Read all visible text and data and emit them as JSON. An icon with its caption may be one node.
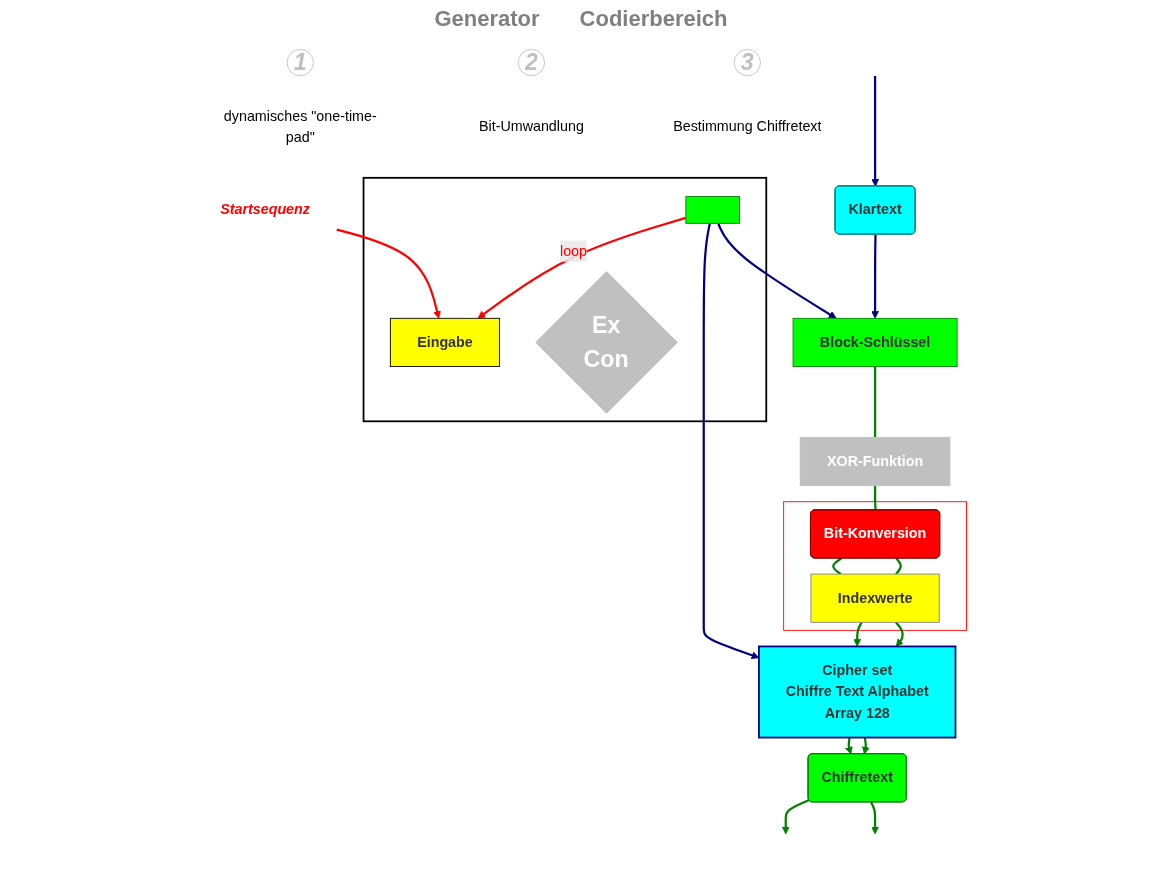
{
  "diagram": {
    "nodes": [
      {
        "text": [],
        "shape": "box"
      },
      {
        "text": [
          "Startsequenz"
        ]
      },
      {
        "text": [
          "Eingabe"
        ],
        "in": 0
      },
      {
        "text": [
          "Ex",
          "Con"
        ],
        "in": 0
      },
      {
        "text": [],
        "shape": "box",
        "in": 0
      },
      {
        "text": [
          "Klartext"
        ]
      },
      {
        "text": [
          "Block-Schlüssel"
        ]
      },
      {
        "text": [
          "XOR-Funktion"
        ]
      },
      {
        "text": [],
        "shape": "box"
      },
      {
        "text": [
          "Bit-Konversion"
        ],
        "in": 8
      },
      {
        "text": [
          "Indexwerte"
        ],
        "in": 8
      },
      {
        "text": [
          "Cipher set",
          "Chiffre Text Alphabet",
          "Array 128"
        ]
      },
      {
        "text": [
          "Chiffretext"
        ]
      },
      {
        "text": [
          "1"
        ],
        "beside": [
          "dynamisches \"one-time-pad\""
        ]
      },
      {
        "text": [
          "2"
        ],
        "beside": [
          "Bit-Umwandlung"
        ]
      },
      {
        "text": [
          "3"
        ],
        "beside": [
          "Bestimmung Chiffretext"
        ]
      }
    ],
    "edges": [
      {
        "from": 1,
        "to": 2,
        "arrow": "to",
        "color": "#ff0000"
      },
      {
        "from": 4,
        "to": 2,
        "arrow": "to",
        "label": "loop",
        "color": "#ff0000"
      },
      {
        "from": null,
        "to": 5,
        "arrow": "to",
        "color": "#000080"
      },
      {
        "from": 5,
        "to": 6,
        "arrow": "to",
        "color": "#000080"
      },
      {
        "from": 4,
        "to": 6,
        "arrow": "to",
        "color": "#000080"
      },
      {
        "from": 4,
        "to": 11,
        "arrow": "to",
        "color": "#000080"
      },
      {
        "from": 6,
        "to": 7,
        "arrow": "none"
      },
      {
        "from": 7,
        "to": 9,
        "arrow": "none"
      },
      {
        "from": 9,
        "to": 10,
        "arrow": "none"
      },
      {
        "from": 9,
        "to": 10,
        "arrow": "none"
      },
      {
        "from": 10,
        "to": 11,
        "arrow": "to"
      },
      {
        "from": 10,
        "to": 11,
        "arrow": "to"
      },
      {
        "from": 11,
        "to": 12,
        "arrow": "to"
      },
      {
        "from": 11,
        "to": 12,
        "arrow": "to"
      },
      {
        "from": 12,
        "to": null,
        "arrow": "to"
      },
      {
        "from": 12,
        "to": null,
        "arrow": "to"
      }
    ],
    "labels": [
      "Generator",
      "Codierbereich"
    ]
  }
}
